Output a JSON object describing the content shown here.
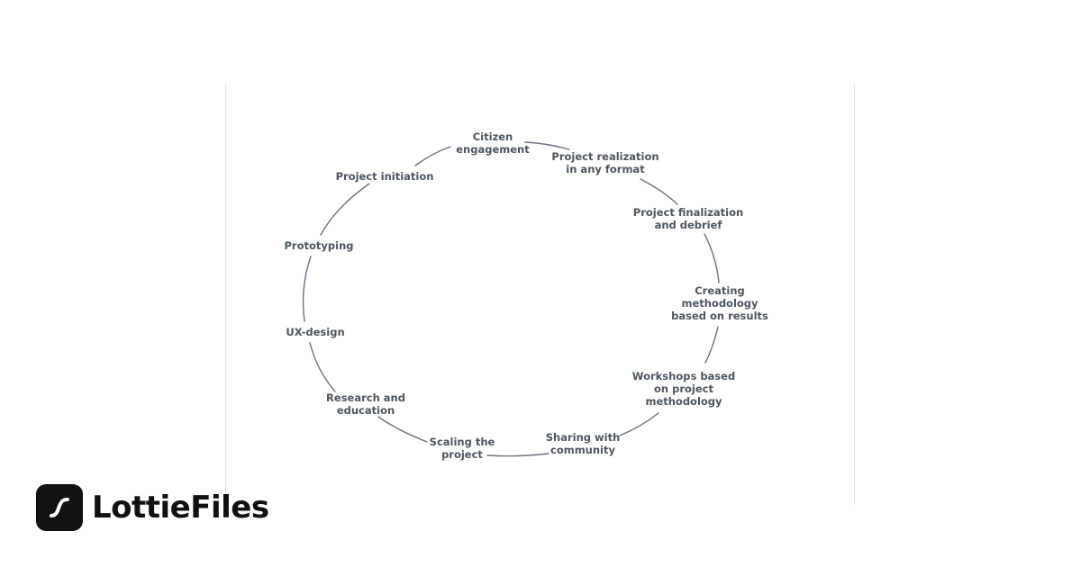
{
  "diagram": {
    "type": "cycle",
    "stroke_color": "#6b7480",
    "text_color": "#4d5660",
    "nodes": [
      {
        "id": "citizen",
        "label": "Citizen\nengagement"
      },
      {
        "id": "realization",
        "label": "Project realization\nin any format"
      },
      {
        "id": "finalization",
        "label": "Project finalization\nand debrief"
      },
      {
        "id": "methodology",
        "label": "Creating\nmethodology\nbased on results"
      },
      {
        "id": "workshops",
        "label": "Workshops based\non project\nmethodology"
      },
      {
        "id": "sharing",
        "label": "Sharing with\ncommunity"
      },
      {
        "id": "scaling",
        "label": "Scaling the\nproject"
      },
      {
        "id": "research",
        "label": "Research and\neducation"
      },
      {
        "id": "ux",
        "label": "UX-design"
      },
      {
        "id": "prototyping",
        "label": "Prototyping"
      },
      {
        "id": "initiation",
        "label": "Project initiation"
      }
    ]
  },
  "brand": {
    "name": "LottieFiles",
    "logo_icon": "lottie-logo-icon",
    "color": "#111111"
  }
}
